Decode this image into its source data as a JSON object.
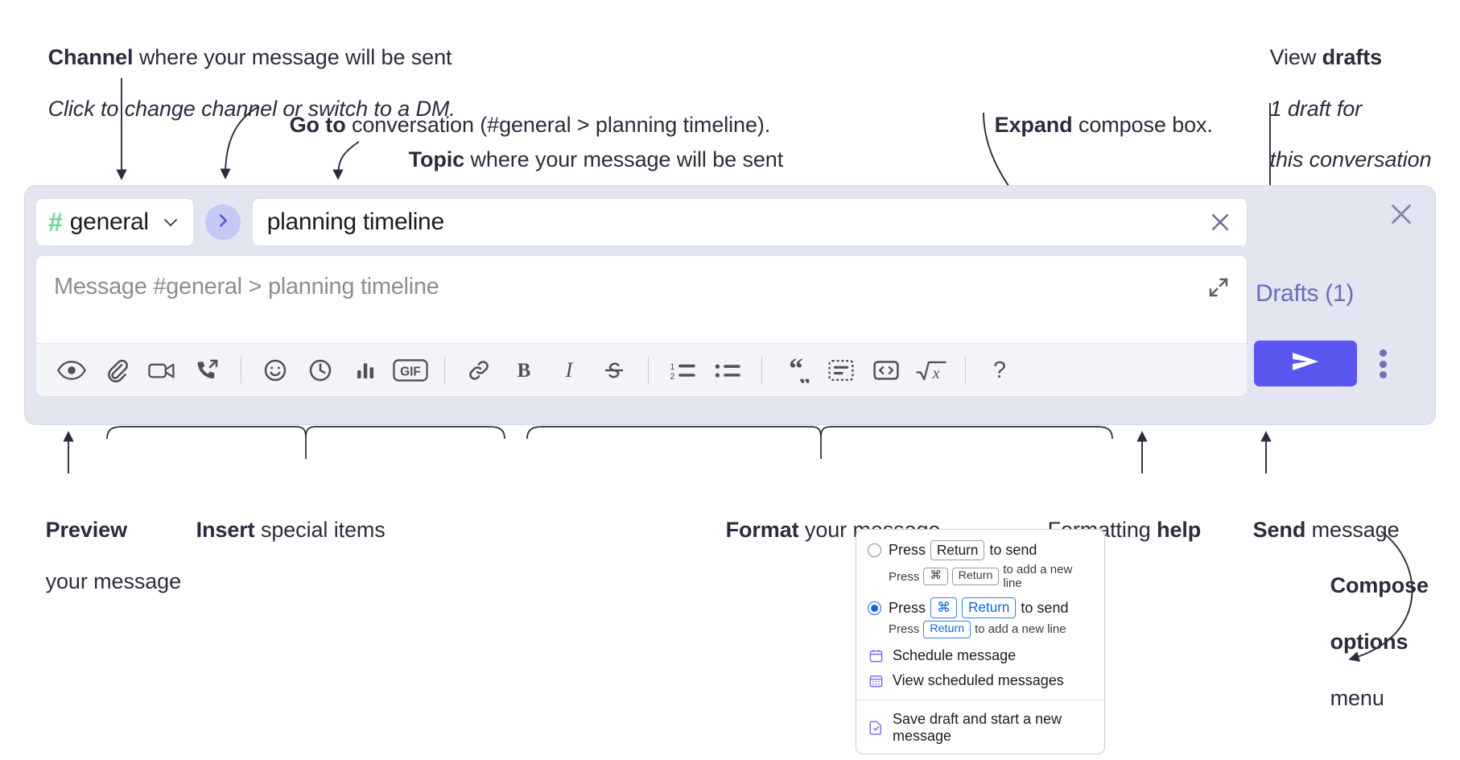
{
  "annotations": {
    "channel": {
      "bold": "Channel",
      "rest": " where your message will be sent",
      "italic": "Click to change channel or switch to a DM."
    },
    "goto": {
      "bold": "Go to",
      "rest": " conversation (#general > planning timeline)."
    },
    "topic": {
      "bold": "Topic",
      "rest": " where your message will be sent"
    },
    "expand": {
      "bold": "Expand",
      "rest": " compose box."
    },
    "drafts": {
      "plain": "View ",
      "bold": "drafts",
      "italic1": "1 draft for",
      "italic2": "this conversation"
    },
    "preview": {
      "bold": "Preview",
      "rest": "your message"
    },
    "insert": {
      "bold": "Insert",
      "rest": " special items"
    },
    "format": {
      "bold": "Format",
      "rest": " your message"
    },
    "help": {
      "plain": "Formatting ",
      "bold": "help"
    },
    "send": {
      "bold": "Send",
      "rest": " message"
    },
    "compose_options": {
      "bold1": "Compose",
      "bold2": "options",
      "rest": "menu"
    }
  },
  "compose": {
    "channel": {
      "hash": "#",
      "name": "general",
      "chevron_icon": "chevron-down-icon"
    },
    "goto_icon": "chevron-right-icon",
    "topic": {
      "value": "planning timeline",
      "clear_icon": "close-icon"
    },
    "message": {
      "placeholder": "Message #general > planning timeline",
      "value": "",
      "expand_icon": "expand-icon"
    },
    "toolbar": [
      {
        "name": "preview-icon",
        "label": "Preview"
      },
      {
        "name": "attachment-icon",
        "label": "Attach file"
      },
      {
        "name": "video-icon",
        "label": "Record video clip"
      },
      {
        "name": "call-icon",
        "label": "Start a call"
      },
      {
        "name": "separator",
        "label": ""
      },
      {
        "name": "emoji-icon",
        "label": "Emoji"
      },
      {
        "name": "clock-icon",
        "label": "Reminder"
      },
      {
        "name": "poll-icon",
        "label": "Poll"
      },
      {
        "name": "gif-icon",
        "label": "GIF"
      },
      {
        "name": "separator",
        "label": ""
      },
      {
        "name": "link-icon",
        "label": "Link"
      },
      {
        "name": "bold-icon",
        "label": "B"
      },
      {
        "name": "italic-icon",
        "label": "I"
      },
      {
        "name": "strikethrough-icon",
        "label": "S"
      },
      {
        "name": "separator",
        "label": ""
      },
      {
        "name": "ordered-list-icon",
        "label": "Ordered list"
      },
      {
        "name": "bulleted-list-icon",
        "label": "Bulleted list"
      },
      {
        "name": "separator",
        "label": ""
      },
      {
        "name": "blockquote-icon",
        "label": "Blockquote"
      },
      {
        "name": "code-block-icon",
        "label": "Code block"
      },
      {
        "name": "code-icon",
        "label": "Code"
      },
      {
        "name": "math-icon",
        "label": "Math"
      },
      {
        "name": "separator",
        "label": ""
      },
      {
        "name": "help-icon",
        "label": "?"
      }
    ],
    "close_icon": "close-icon",
    "drafts_label": "Drafts (1)",
    "send_icon": "send-icon",
    "kebab_icon": "more-options-icon"
  },
  "menu": {
    "options": [
      {
        "selected": false,
        "main": [
          {
            "t": "text",
            "v": "Press "
          },
          {
            "t": "kbd",
            "v": "Return"
          },
          {
            "t": "text",
            "v": " to send"
          }
        ],
        "sub": [
          {
            "t": "text",
            "v": "Press "
          },
          {
            "t": "kbd",
            "v": "⌘"
          },
          {
            "t": "kbd",
            "v": "Return"
          },
          {
            "t": "text",
            "v": " to add a new line"
          }
        ]
      },
      {
        "selected": true,
        "main": [
          {
            "t": "text",
            "v": "Press "
          },
          {
            "t": "kbd-blue",
            "v": "⌘"
          },
          {
            "t": "kbd-blue",
            "v": "Return"
          },
          {
            "t": "text",
            "v": " to send"
          }
        ],
        "sub": [
          {
            "t": "text",
            "v": "Press "
          },
          {
            "t": "kbd-blue",
            "v": "Return"
          },
          {
            "t": "text",
            "v": " to add a new line"
          }
        ]
      }
    ],
    "items": [
      {
        "icon": "calendar-icon",
        "label": "Schedule message"
      },
      {
        "icon": "calendar-grid-icon",
        "label": "View scheduled messages"
      },
      {
        "icon": "save-draft-icon",
        "label": "Save draft and start a new message",
        "divider_before": true
      }
    ]
  },
  "colors": {
    "compose_bg": "#e3e5f1",
    "send_button": "#5a57f0",
    "drafts_text": "#6a6fb5",
    "hash_green": "#6fd39a",
    "goto_circle": "#c4c9f5",
    "radio_blue": "#1264e4",
    "annotation_text": "#2b2b3d"
  }
}
